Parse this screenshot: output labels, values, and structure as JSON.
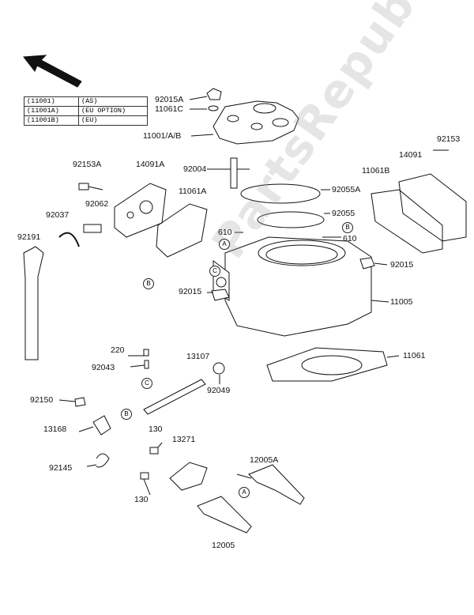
{
  "watermark": "PartsRepublik",
  "legend": [
    {
      "code": "(11001)",
      "desc": "(AS)"
    },
    {
      "code": "(11001A)",
      "desc": "(EU OPTION)"
    },
    {
      "code": "(11001B)",
      "desc": "(EU)"
    }
  ],
  "labels": {
    "l92015A": "92015A",
    "l11061C": "11061C",
    "l11001AB": "11001/A/B",
    "l92153A": "92153A",
    "l14091A": "14091A",
    "l92004": "92004",
    "l11061A": "11061A",
    "l92062": "92062",
    "l92037": "92037",
    "l92191": "92191",
    "l610a": "610",
    "l92055A": "92055A",
    "l92055": "92055",
    "l610b": "610",
    "l92153": "92153",
    "l14091": "14091",
    "l11061B": "11061B",
    "l92015a": "92015",
    "l92015b": "92015",
    "l11005": "11005",
    "l11061": "11061",
    "l220": "220",
    "l92043": "92043",
    "l13107": "13107",
    "l92049": "92049",
    "l92150": "92150",
    "l13168": "13168",
    "l92145": "92145",
    "l130a": "130",
    "l13271": "13271",
    "l12005A": "12005A",
    "l130b": "130",
    "l12005": "12005"
  },
  "tags": {
    "a": "A",
    "b": "B",
    "c": "C"
  }
}
